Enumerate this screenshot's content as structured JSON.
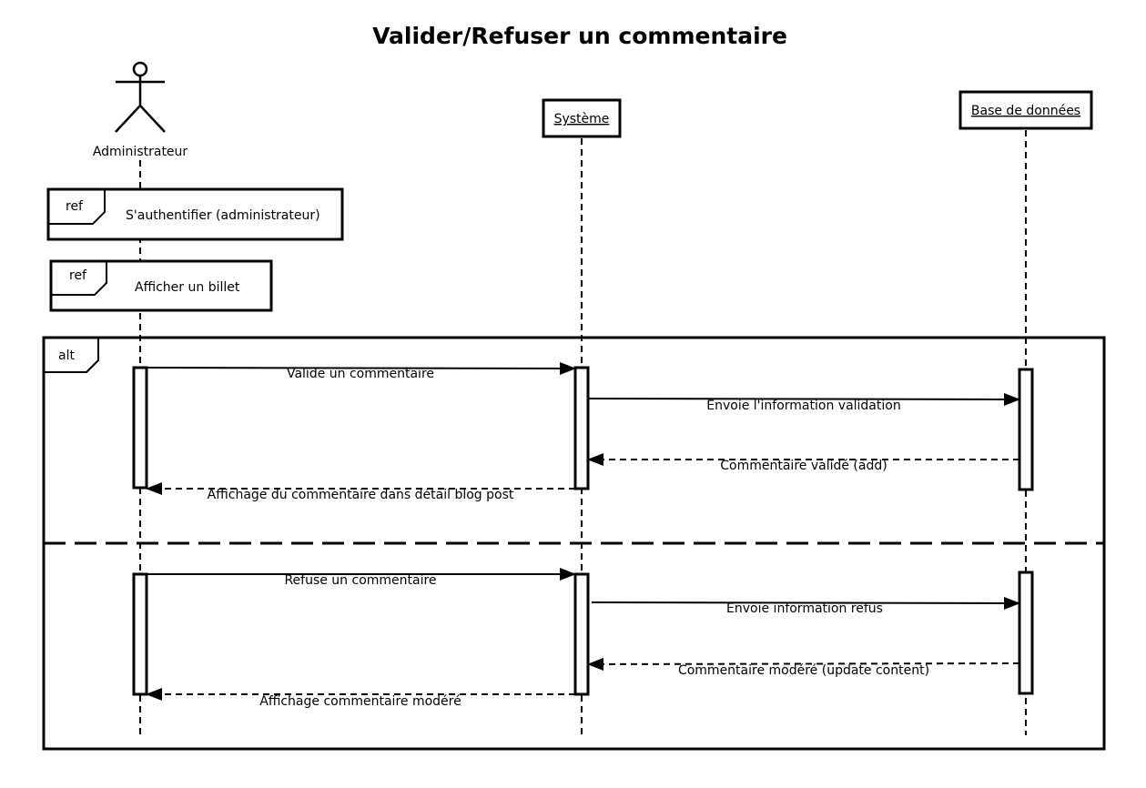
{
  "title": "Valider/Refuser un commentaire",
  "participants": {
    "actor": "Administrateur",
    "system": "Système",
    "database": "Base de données"
  },
  "refs": [
    {
      "tag": "ref",
      "text": "S'authentifier (administrateur)"
    },
    {
      "tag": "ref",
      "text": "Afficher un billet"
    }
  ],
  "alt": {
    "tag": "alt",
    "operand1": {
      "messages": [
        {
          "from": "actor",
          "to": "system",
          "text": "Valide un commentaire",
          "style": "sync"
        },
        {
          "from": "system",
          "to": "database",
          "text": "Envoie l'information validation",
          "style": "sync"
        },
        {
          "from": "database",
          "to": "system",
          "text": "Commentaire validé (add)",
          "style": "return"
        },
        {
          "from": "system",
          "to": "actor",
          "text": "Affichage du commentaire dans détail blog post",
          "style": "return"
        }
      ]
    },
    "operand2": {
      "messages": [
        {
          "from": "actor",
          "to": "system",
          "text": "Refuse un commentaire",
          "style": "sync"
        },
        {
          "from": "system",
          "to": "database",
          "text": "Envoie information refus",
          "style": "sync"
        },
        {
          "from": "database",
          "to": "system",
          "text": "Commentaire modéré (update content)",
          "style": "return"
        },
        {
          "from": "system",
          "to": "actor",
          "text": "Affichage commentaire modéré",
          "style": "return"
        }
      ]
    }
  },
  "colors": {
    "stroke": "#000000",
    "background": "#ffffff"
  }
}
